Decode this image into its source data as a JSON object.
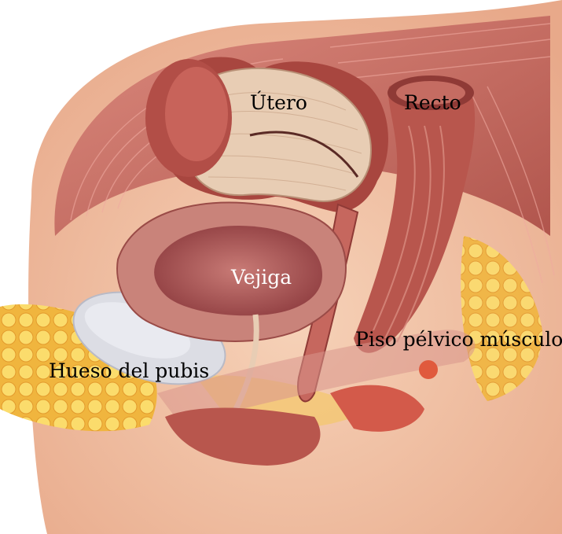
{
  "labels": {
    "uterus": "Útero",
    "rectum": "Recto",
    "bladder": "Vejiga",
    "pelvic_floor": "Piso pélvico músculo",
    "pubic_bone": "Hueso del pubis"
  },
  "colors": {
    "skin": "#f2c2a4",
    "muscle": "#b8564d",
    "muscle_dark": "#8f3a36",
    "uterus_tissue": "#e8cdb4",
    "bladder_inner": "#a8585a",
    "fat": "#f4c04c",
    "bone": "#dcdde4",
    "label_text": "#000000"
  }
}
